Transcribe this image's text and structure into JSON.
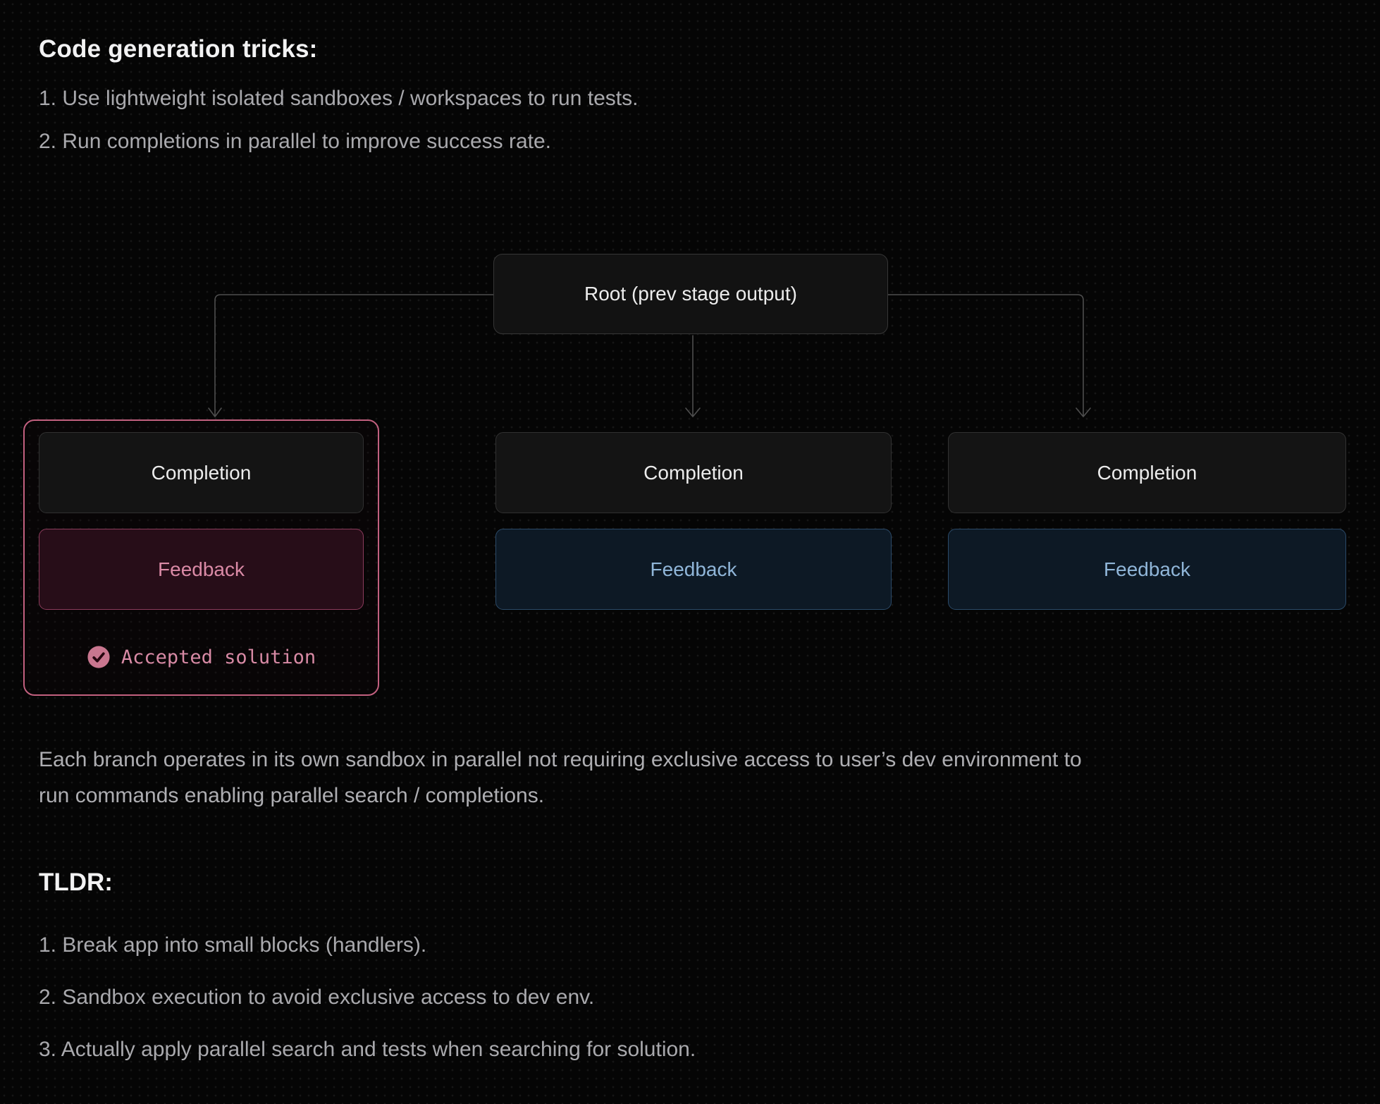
{
  "page": {
    "title": "Code generation tricks:",
    "intro_items": [
      "1. Use lightweight isolated sandboxes / workspaces to run tests.",
      "2. Run completions in parallel to improve success rate."
    ],
    "paragraph": "Each branch operates in its own sandbox in parallel not requiring exclusive access to user’s dev environment to run commands enabling parallel search / completions.",
    "tldr_title": "TLDR:",
    "tldr_items": [
      "1. Break app into small blocks (handlers).",
      "2. Sandbox execution to avoid exclusive access to dev env.",
      "3. Actually apply parallel search and tests when searching for solution."
    ]
  },
  "diagram": {
    "root_label": "Root (prev stage output)",
    "branches": [
      {
        "completion": "Completion",
        "feedback": "Feedback",
        "variant": "accepted",
        "accepted_label": "Accepted solution",
        "accepted_icon": "check-circle"
      },
      {
        "completion": "Completion",
        "feedback": "Feedback",
        "variant": "normal"
      },
      {
        "completion": "Completion",
        "feedback": "Feedback",
        "variant": "normal"
      }
    ],
    "colors": {
      "background": "#050505",
      "dot_pattern": "#161616",
      "title_text": "#f2f2f3",
      "body_text": "#aeaeb2",
      "node_fill": "#141414",
      "node_border": "#313131",
      "node_text": "#ececec",
      "connector": "#4e4e4e",
      "accent_rose_border": "#c2607f",
      "rose_feedback_fill": "#270d18",
      "rose_feedback_border": "#8c3c5c",
      "rose_text": "#da8aa6",
      "check_circle_fill": "#c9768f",
      "check_mark": "#26060f",
      "blue_feedback_fill": "#0d1925",
      "blue_feedback_border": "#2b4a68",
      "blue_text": "#90b6d9"
    }
  }
}
